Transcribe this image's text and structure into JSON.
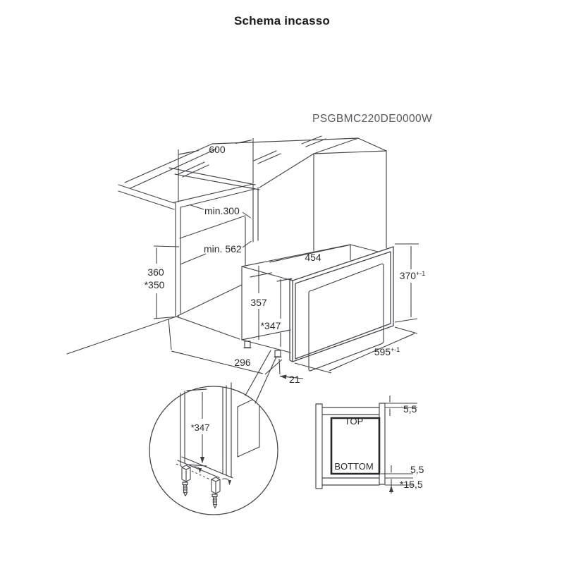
{
  "title": "Schema incasso",
  "model": "PSGBMC220DE0000W",
  "drawing": {
    "dims": {
      "niche_width": "600",
      "shelf_depth": "min.300",
      "niche_depth": "min. 562",
      "niche_height": "360",
      "niche_height_starred": "*350",
      "chassis_width": "454",
      "chassis_height": "357",
      "chassis_height_starred": "*347",
      "front_height": "370",
      "front_height_tol": "+-1",
      "front_width": "595",
      "front_width_tol": "+-1",
      "chassis_depth": "296",
      "frame_overlap": "21"
    }
  },
  "detail_view": {
    "height_starred": "*347"
  },
  "section_view": {
    "top": "TOP",
    "bottom": "BOTTOM",
    "clearance_top": "5,5",
    "clearance_bottom": "5,5",
    "clearance_bottom_total": "*15,5"
  },
  "colors": {
    "background": "#ffffff",
    "line": "#43464a",
    "text": "#2b2b2b",
    "title": "#1a1a1a",
    "model": "#54575b"
  }
}
